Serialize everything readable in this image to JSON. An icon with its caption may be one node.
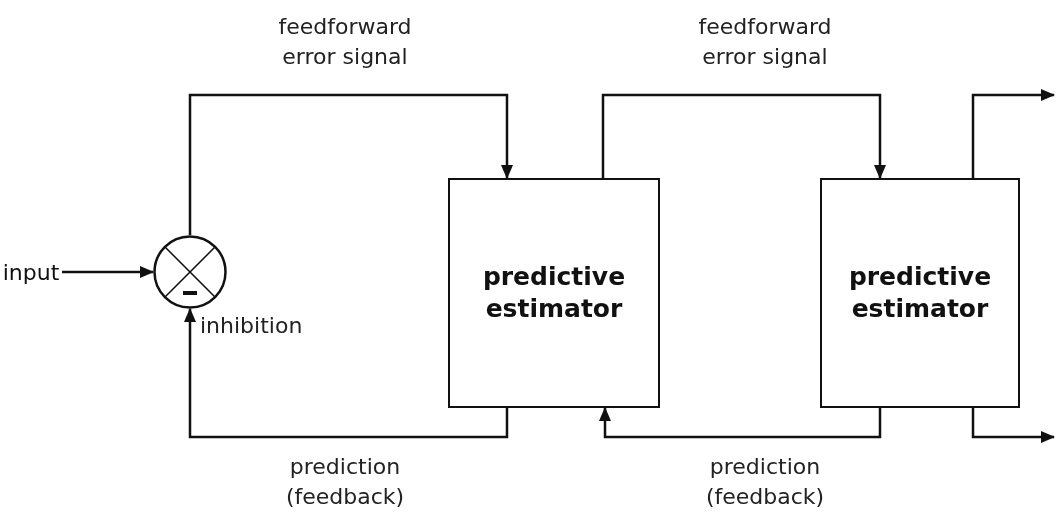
{
  "diagram": {
    "nodes": [
      {
        "text": [
          "input"
        ]
      },
      {
        "text": [],
        "shape": "circle",
        "beside": [
          "inhibition"
        ]
      },
      {
        "text": [
          "predictive estimator"
        ]
      },
      {
        "text": [
          "predictive estimator"
        ]
      }
    ],
    "edges": [
      {
        "from": 0,
        "to": 1,
        "arrow": "to"
      },
      {
        "from": 1,
        "to": 2,
        "arrow": "to",
        "label": "feedforward error signal"
      },
      {
        "from": 2,
        "to": 1,
        "arrow": "to",
        "label": "prediction (feedback)"
      },
      {
        "from": 2,
        "to": 3,
        "arrow": "to",
        "label": "feedforward error signal"
      },
      {
        "from": 3,
        "to": 2,
        "arrow": "to",
        "label": "prediction (feedback)"
      },
      {
        "from": 3,
        "to": null,
        "arrow": "to"
      },
      {
        "from": 3,
        "to": null,
        "arrow": "to"
      }
    ]
  }
}
